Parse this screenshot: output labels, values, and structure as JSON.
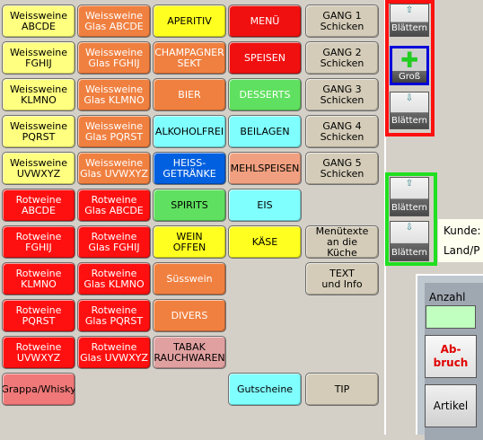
{
  "grid": [
    [
      {
        "label": "Weissweine\nABCDE",
        "bg": "#ffff80",
        "fg": "#000000"
      },
      {
        "label": "Weissweine\nFGHIJ",
        "bg": "#ffff80",
        "fg": "#000000"
      },
      {
        "label": "Weissweine\nKLMNO",
        "bg": "#ffff80",
        "fg": "#000000"
      },
      {
        "label": "Weissweine\nPQRST",
        "bg": "#ffff80",
        "fg": "#000000"
      },
      {
        "label": "Weissweine\nUVWXYZ",
        "bg": "#ffff80",
        "fg": "#000000"
      },
      {
        "label": "Rotweine\nABCDE",
        "bg": "#ff1010",
        "fg": "#ffffff"
      },
      {
        "label": "Rotweine\nFGHIJ",
        "bg": "#ff1010",
        "fg": "#ffffff"
      },
      {
        "label": "Rotweine\nKLMNO",
        "bg": "#ff1010",
        "fg": "#ffffff"
      },
      {
        "label": "Rotweine\nPQRST",
        "bg": "#ff1010",
        "fg": "#ffffff"
      },
      {
        "label": "Rotweine\nUVWXYZ",
        "bg": "#ff1010",
        "fg": "#ffffff"
      },
      {
        "label": "Grappa/Whisky",
        "bg": "#f07878",
        "fg": "#000000"
      }
    ],
    [
      {
        "label": "Weissweine\nGlas ABCDE",
        "bg": "#f08040",
        "fg": "#ffffff"
      },
      {
        "label": "Weissweine\nGlas FGHIJ",
        "bg": "#f08040",
        "fg": "#ffffff"
      },
      {
        "label": "Weissweine\nGlas KLMNO",
        "bg": "#f08040",
        "fg": "#ffffff"
      },
      {
        "label": "Weissweine\nGlas PQRST",
        "bg": "#f08040",
        "fg": "#ffffff"
      },
      {
        "label": "Weissweine\nGlas UVWXYZ",
        "bg": "#f08040",
        "fg": "#ffffff"
      },
      {
        "label": "Rotweine\nGlas ABCDE",
        "bg": "#ff1010",
        "fg": "#ffffff"
      },
      {
        "label": "Rotweine\nGlas FGHIJ",
        "bg": "#ff1010",
        "fg": "#ffffff"
      },
      {
        "label": "Rotweine\nGlas KLMNO",
        "bg": "#ff1010",
        "fg": "#ffffff"
      },
      {
        "label": "Rotweine\nGlas PQRST",
        "bg": "#ff1010",
        "fg": "#ffffff"
      },
      {
        "label": "Rotweine\nGlas UVWXYZ",
        "bg": "#ff1010",
        "fg": "#ffffff"
      },
      null
    ],
    [
      {
        "label": "APERITIV",
        "bg": "#ffff20",
        "fg": "#000000"
      },
      {
        "label": "CHAMPAGNER\nSEKT",
        "bg": "#f08040",
        "fg": "#ffffff"
      },
      {
        "label": "BIER",
        "bg": "#f08040",
        "fg": "#ffffff"
      },
      {
        "label": "ALKOHOLFREI",
        "bg": "#80ffff",
        "fg": "#000000"
      },
      {
        "label": "HEISS-\nGETRÄNKE",
        "bg": "#0060e0",
        "fg": "#ffffff"
      },
      {
        "label": "SPIRITS",
        "bg": "#60e060",
        "fg": "#000000"
      },
      {
        "label": "WEIN\nOFFEN",
        "bg": "#ffff20",
        "fg": "#000000"
      },
      {
        "label": "Süsswein",
        "bg": "#f08040",
        "fg": "#ffffff"
      },
      {
        "label": "DIVERS",
        "bg": "#f08040",
        "fg": "#ffffff"
      },
      {
        "label": "TABAK\nRAUCHWAREN",
        "bg": "#e0a0a0",
        "fg": "#000000"
      },
      null
    ],
    [
      {
        "label": "MENÜ",
        "bg": "#f01010",
        "fg": "#ffffff"
      },
      {
        "label": "SPEISEN",
        "bg": "#f01010",
        "fg": "#ffffff"
      },
      {
        "label": "DESSERTS",
        "bg": "#60e060",
        "fg": "#ffffff"
      },
      {
        "label": "BEILAGEN",
        "bg": "#80ffff",
        "fg": "#000000"
      },
      {
        "label": "MEHLSPEISEN",
        "bg": "#f0a080",
        "fg": "#000000"
      },
      {
        "label": "EIS",
        "bg": "#80ffff",
        "fg": "#000000"
      },
      {
        "label": "KÄSE",
        "bg": "#ffff20",
        "fg": "#000000"
      },
      null,
      null,
      null,
      {
        "label": "Gutscheine",
        "bg": "#80ffff",
        "fg": "#000000"
      }
    ],
    [
      {
        "label": "GANG 1\nSchicken",
        "bg": "#d4ccb8",
        "fg": "#000000"
      },
      {
        "label": "GANG 2\nSchicken",
        "bg": "#d4ccb8",
        "fg": "#000000"
      },
      {
        "label": "GANG 3\nSchicken",
        "bg": "#d4ccb8",
        "fg": "#000000"
      },
      {
        "label": "GANG 4\nSchicken",
        "bg": "#d4ccb8",
        "fg": "#000000"
      },
      {
        "label": "GANG 5\nSchicken",
        "bg": "#d4ccb8",
        "fg": "#000000"
      },
      null,
      {
        "label": "Menütexte\nan die\nKüche",
        "bg": "#d4ccb8",
        "fg": "#000000"
      },
      {
        "label": "TEXT\nund Info",
        "bg": "#d4ccb8",
        "fg": "#000000"
      },
      null,
      null,
      {
        "label": "TIP",
        "bg": "#d4ccb8",
        "fg": "#000000"
      }
    ]
  ],
  "side": {
    "blaettern_up_1": "Blättern",
    "gross": "Groß",
    "blaettern_down_1": "Blättern",
    "blaettern_up_2": "Blättern",
    "blaettern_down_2": "Blättern",
    "arrow_up": "⇧",
    "arrow_down": "⇩",
    "plus": "✚"
  },
  "info": {
    "kunde": "Kunde:",
    "land": "Land/P"
  },
  "panel": {
    "anzahl": "Anzahl",
    "abbruch": "Ab-\nbruch",
    "artikel": "Artikel"
  }
}
